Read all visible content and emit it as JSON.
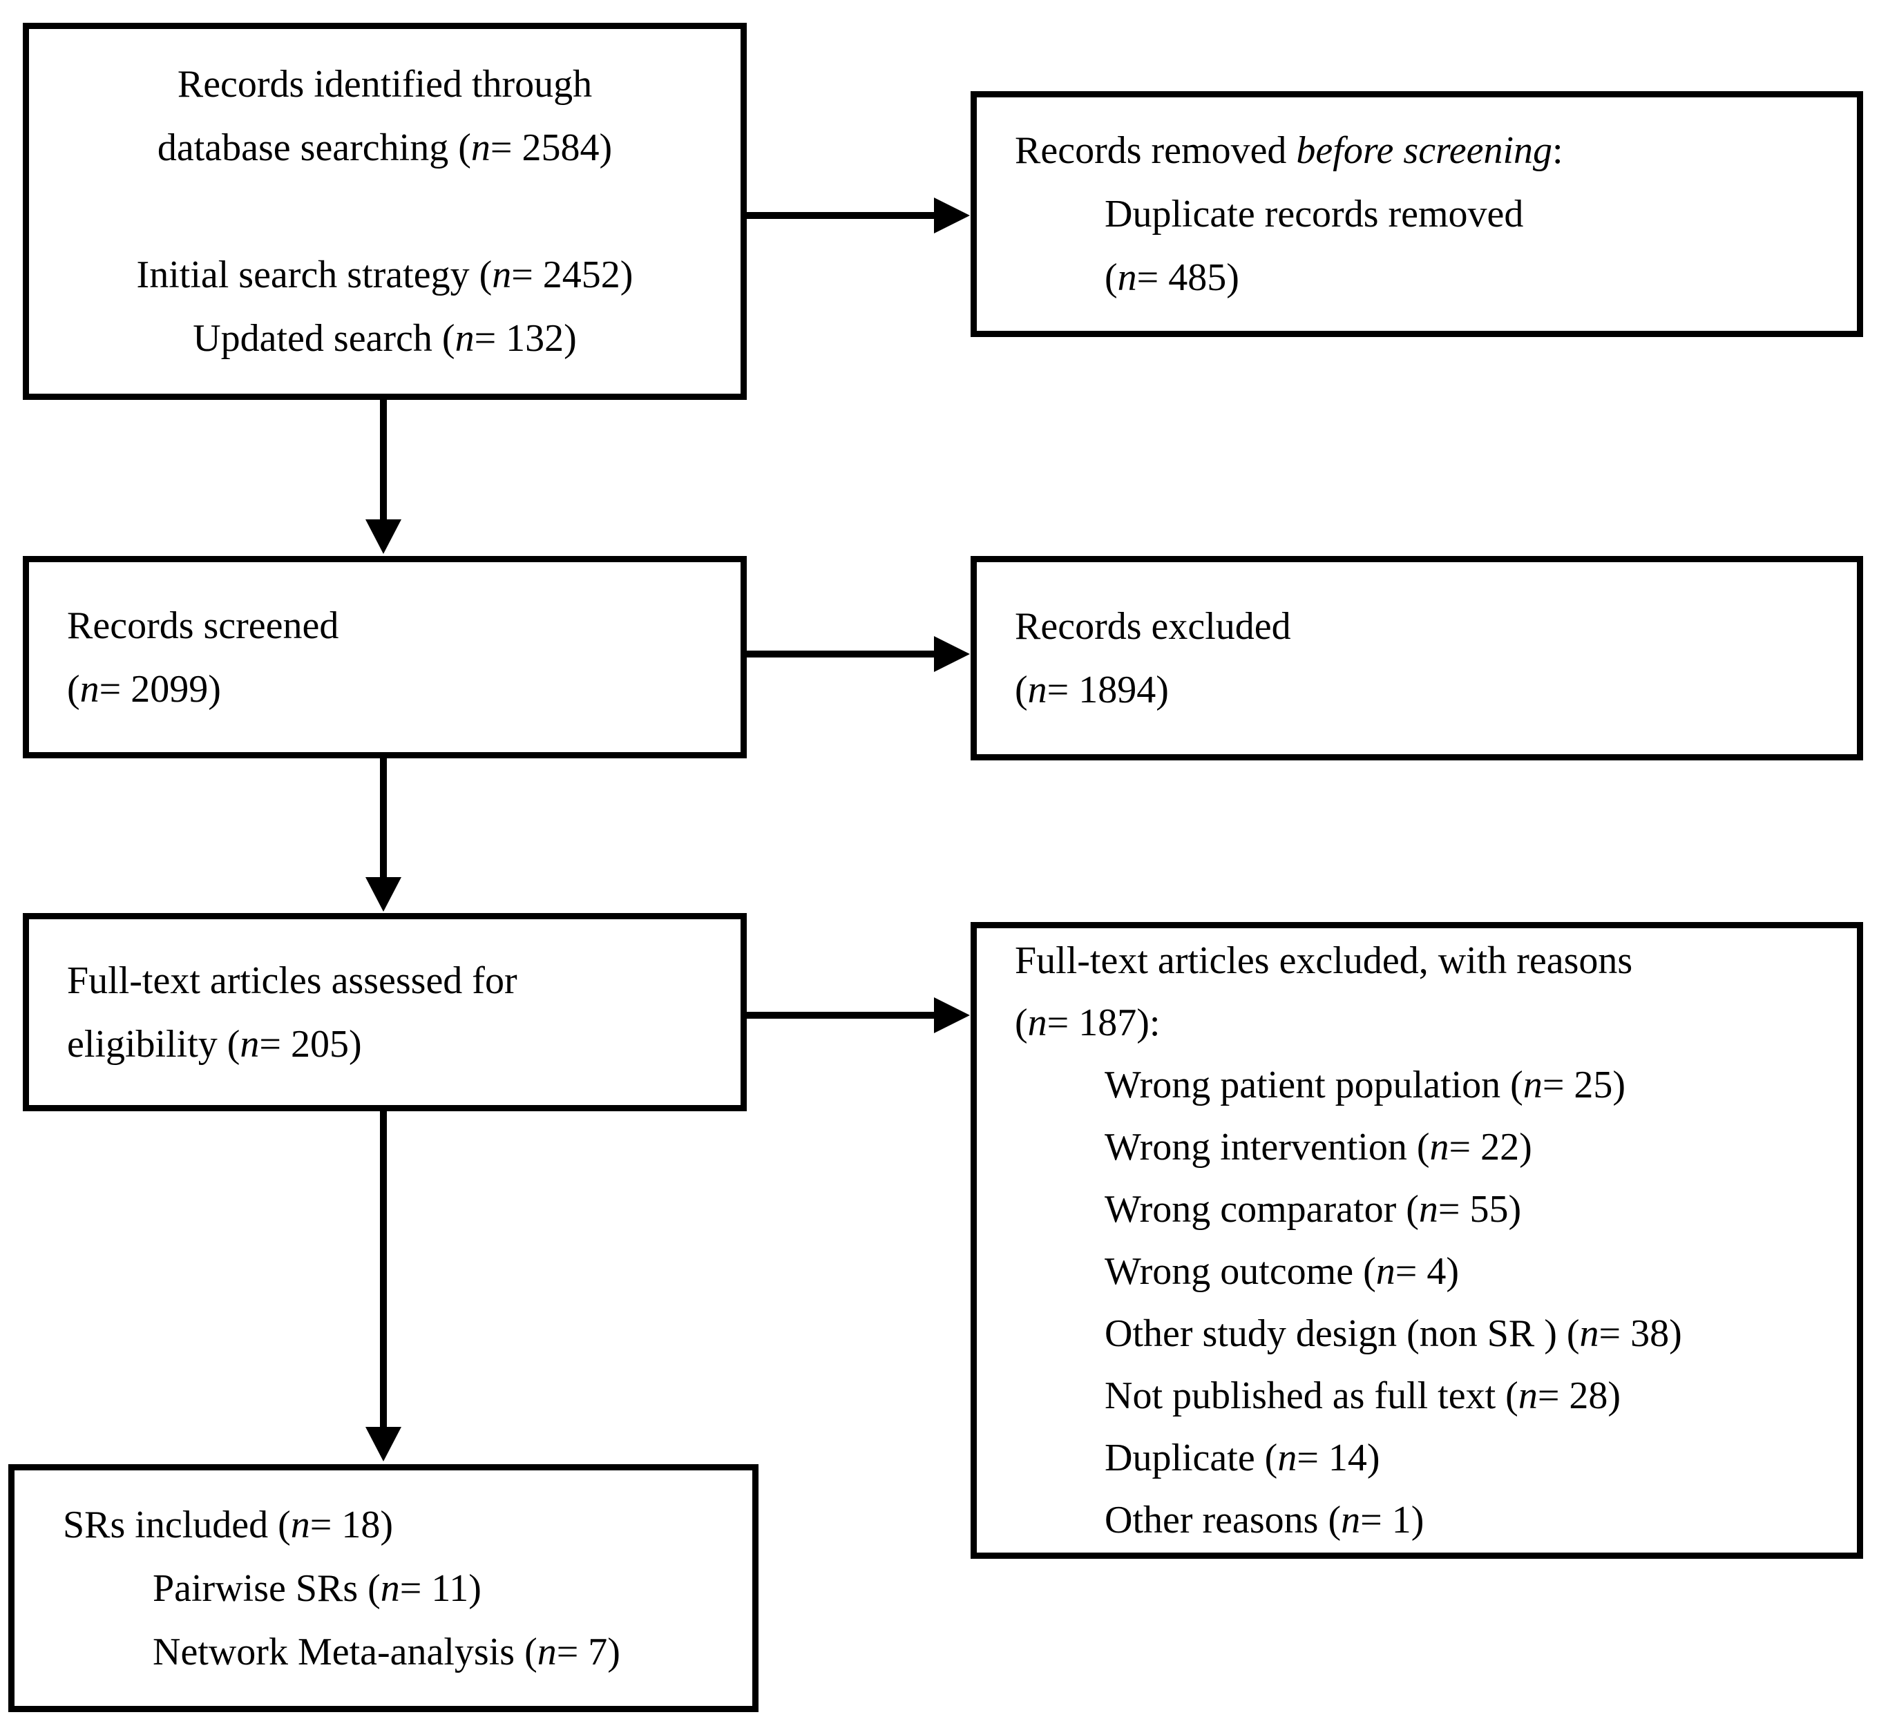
{
  "figure": {
    "type": "prisma-flow-diagram",
    "colors": {
      "line": "#000000",
      "background": "#ffffff",
      "text": "#000000"
    }
  },
  "boxes": {
    "identification": {
      "lines": [
        {
          "indent": 0,
          "segments": [
            {
              "t": "Records identified through"
            }
          ]
        },
        {
          "indent": 0,
          "segments": [
            {
              "t": "database searching ("
            },
            {
              "t": "n",
              "i": true
            },
            {
              "t": "= 2584)"
            }
          ]
        },
        {
          "indent": 0,
          "segments": []
        },
        {
          "indent": 0,
          "segments": [
            {
              "t": "Initial search strategy ("
            },
            {
              "t": "n",
              "i": true
            },
            {
              "t": "= 2452)"
            }
          ]
        },
        {
          "indent": 0,
          "segments": [
            {
              "t": "Updated search ("
            },
            {
              "t": "n",
              "i": true
            },
            {
              "t": "= 132)"
            }
          ]
        }
      ]
    },
    "removed_before_screening": {
      "lines": [
        {
          "indent": 0,
          "segments": [
            {
              "t": "Records removed "
            },
            {
              "t": "before screening",
              "i": true
            },
            {
              "t": ":"
            }
          ]
        },
        {
          "indent": 1,
          "segments": [
            {
              "t": "Duplicate records removed"
            }
          ]
        },
        {
          "indent": 1,
          "segments": [
            {
              "t": "("
            },
            {
              "t": "n",
              "i": true
            },
            {
              "t": "= 485)"
            }
          ]
        }
      ]
    },
    "screened": {
      "lines": [
        {
          "indent": 0,
          "segments": [
            {
              "t": "Records screened"
            }
          ]
        },
        {
          "indent": 0,
          "segments": [
            {
              "t": "("
            },
            {
              "t": "n",
              "i": true
            },
            {
              "t": "= 2099)"
            }
          ]
        }
      ]
    },
    "records_excluded": {
      "lines": [
        {
          "indent": 0,
          "segments": [
            {
              "t": "Records excluded"
            }
          ]
        },
        {
          "indent": 0,
          "segments": [
            {
              "t": "("
            },
            {
              "t": "n",
              "i": true
            },
            {
              "t": "= 1894)"
            }
          ]
        }
      ]
    },
    "fulltext_assessed": {
      "lines": [
        {
          "indent": 0,
          "segments": [
            {
              "t": "Full-text articles assessed for"
            }
          ]
        },
        {
          "indent": 0,
          "segments": [
            {
              "t": "eligibility ("
            },
            {
              "t": "n",
              "i": true
            },
            {
              "t": "= 205)"
            }
          ]
        }
      ]
    },
    "fulltext_excluded": {
      "lines": [
        {
          "indent": 0,
          "segments": [
            {
              "t": "Full-text articles excluded, with reasons"
            }
          ]
        },
        {
          "indent": 0,
          "segments": [
            {
              "t": "("
            },
            {
              "t": "n",
              "i": true
            },
            {
              "t": "= 187):"
            }
          ]
        },
        {
          "indent": 1,
          "segments": [
            {
              "t": "Wrong patient population ("
            },
            {
              "t": "n",
              "i": true
            },
            {
              "t": "= 25)"
            }
          ]
        },
        {
          "indent": 1,
          "segments": [
            {
              "t": "Wrong intervention ("
            },
            {
              "t": "n",
              "i": true
            },
            {
              "t": "= 22)"
            }
          ]
        },
        {
          "indent": 1,
          "segments": [
            {
              "t": "Wrong comparator ("
            },
            {
              "t": "n",
              "i": true
            },
            {
              "t": "= 55)"
            }
          ]
        },
        {
          "indent": 1,
          "segments": [
            {
              "t": "Wrong outcome ("
            },
            {
              "t": "n",
              "i": true
            },
            {
              "t": "= 4)"
            }
          ]
        },
        {
          "indent": 1,
          "segments": [
            {
              "t": "Other study design (non SR ) ("
            },
            {
              "t": "n",
              "i": true
            },
            {
              "t": "= 38)"
            }
          ]
        },
        {
          "indent": 1,
          "segments": [
            {
              "t": "Not published as full text ("
            },
            {
              "t": "n",
              "i": true
            },
            {
              "t": "= 28)"
            }
          ]
        },
        {
          "indent": 1,
          "segments": [
            {
              "t": "Duplicate ("
            },
            {
              "t": "n",
              "i": true
            },
            {
              "t": "= 14)"
            }
          ]
        },
        {
          "indent": 1,
          "segments": [
            {
              "t": "Other reasons ("
            },
            {
              "t": "n",
              "i": true
            },
            {
              "t": "= 1)"
            }
          ]
        }
      ]
    },
    "included": {
      "lines": [
        {
          "indent": 0,
          "segments": [
            {
              "t": "SRs included ("
            },
            {
              "t": "n",
              "i": true
            },
            {
              "t": "= 18)"
            }
          ]
        },
        {
          "indent": 1,
          "segments": [
            {
              "t": "Pairwise SRs ("
            },
            {
              "t": "n",
              "i": true
            },
            {
              "t": "= 11)"
            }
          ]
        },
        {
          "indent": 1,
          "segments": [
            {
              "t": "Network Meta-analysis ("
            },
            {
              "t": "n",
              "i": true
            },
            {
              "t": "= 7)"
            }
          ]
        }
      ]
    }
  },
  "arrows": [
    {
      "from": "identification",
      "to": "removed_before_screening",
      "direction": "right"
    },
    {
      "from": "identification",
      "to": "screened",
      "direction": "down"
    },
    {
      "from": "screened",
      "to": "records_excluded",
      "direction": "right"
    },
    {
      "from": "screened",
      "to": "fulltext_assessed",
      "direction": "down"
    },
    {
      "from": "fulltext_assessed",
      "to": "fulltext_excluded",
      "direction": "right"
    },
    {
      "from": "fulltext_assessed",
      "to": "included",
      "direction": "down"
    }
  ]
}
